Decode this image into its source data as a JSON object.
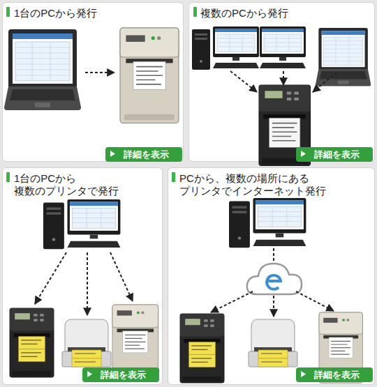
{
  "diagram": {
    "nodes": [
      {
        "text": [
          "1台のPCから発行"
        ]
      },
      {
        "text": [
          "詳細を表示"
        ],
        "in": 0
      },
      {
        "text": [
          "複数のPCから発行"
        ]
      },
      {
        "text": [
          "詳細を表示"
        ],
        "in": 2
      },
      {
        "text": [
          "1台のPCから 複数のプリンタで発行"
        ]
      },
      {
        "text": [
          "詳細を表示"
        ],
        "in": 4
      },
      {
        "text": [
          "PCから、複数の場所にある プリンタでインターネット発行"
        ]
      },
      {
        "text": [
          "詳細を表示"
        ],
        "in": 6
      }
    ]
  }
}
